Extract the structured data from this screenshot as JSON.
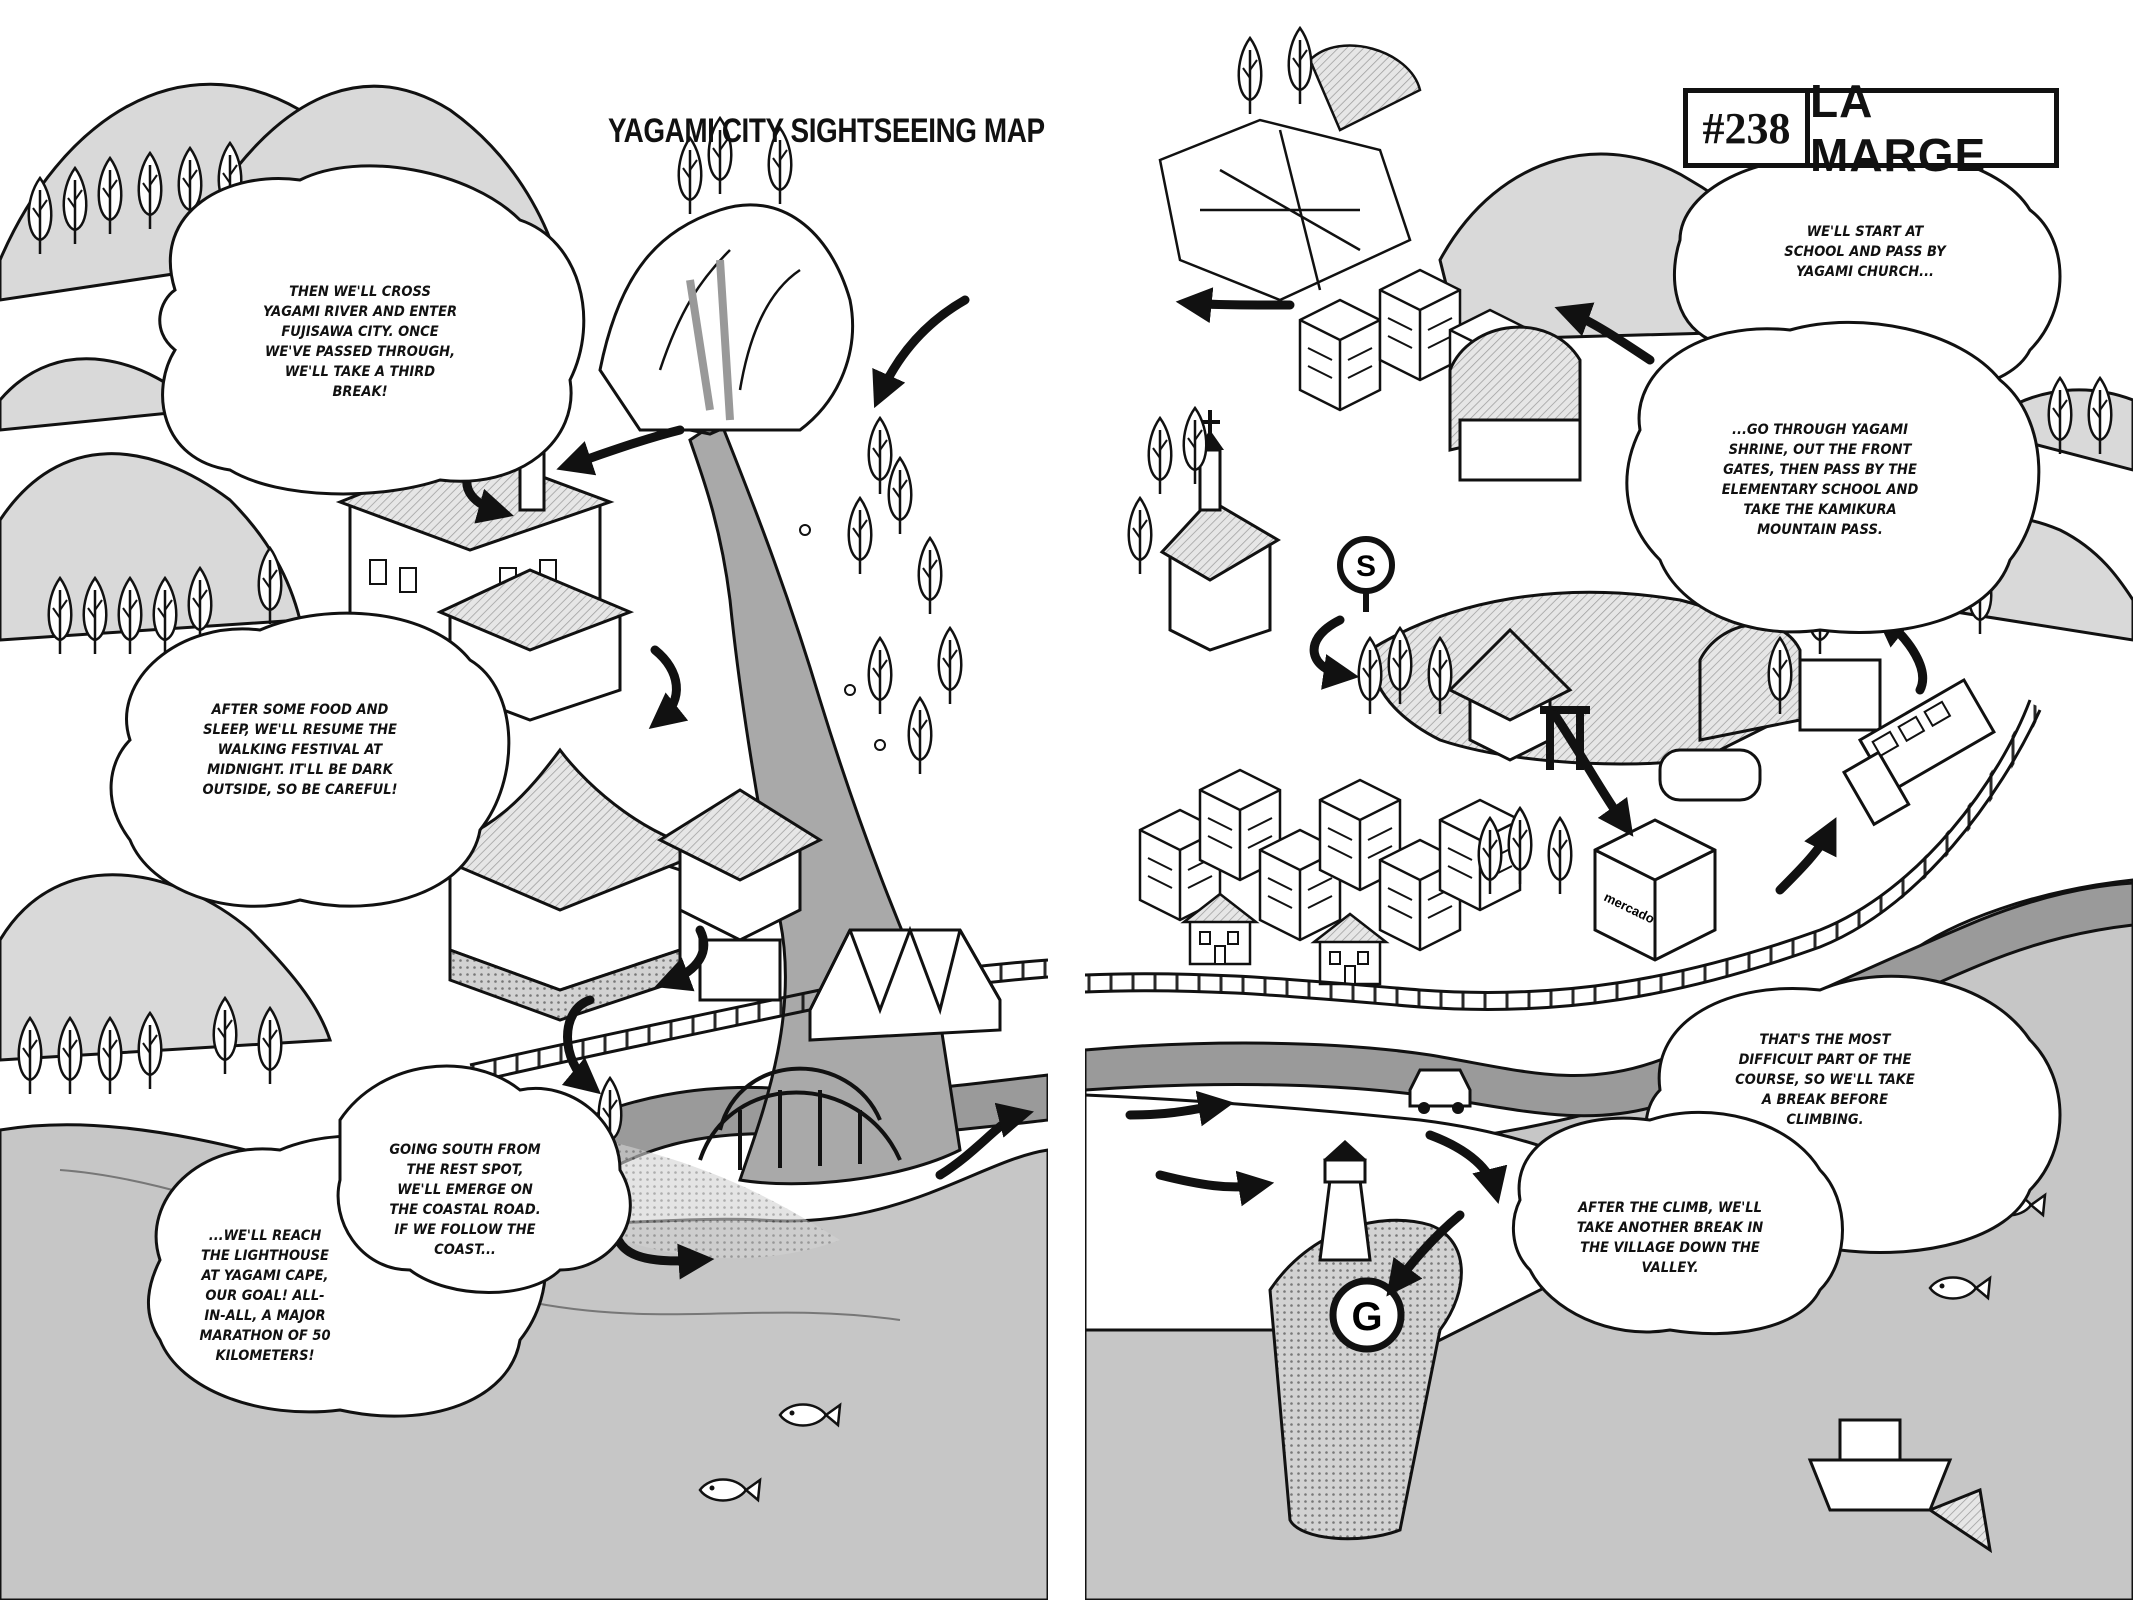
{
  "map_title": "YAGAMI CITY SIGHTSEEING MAP",
  "chapter": {
    "number": "#238",
    "title": "LA MARGE"
  },
  "start_marker": "S",
  "goal_marker": "G",
  "shop_sign": "mercado",
  "bubbles": {
    "third_break": "THEN WE'LL CROSS YAGAMI RIVER AND ENTER FUJISAWA CITY. ONCE WE'VE PASSED THROUGH, WE'LL TAKE A THIRD BREAK!",
    "midnight": "AFTER SOME FOOD AND SLEEP, WE'LL RESUME THE WALKING FESTIVAL AT MIDNIGHT. IT'LL BE DARK OUTSIDE, SO BE CAREFUL!",
    "lighthouse": "...WE'LL REACH THE LIGHTHOUSE AT YAGAMI CAPE, OUR GOAL! ALL-IN-ALL, A MAJOR MARATHON OF 50 KILOMETERS!",
    "coastal_road": "GOING SOUTH FROM THE REST SPOT, WE'LL EMERGE ON THE COASTAL ROAD. IF WE FOLLOW THE COAST...",
    "start": "WE'LL START AT SCHOOL AND PASS BY YAGAMI CHURCH...",
    "shrine": "...GO THROUGH YAGAMI SHRINE, OUT THE FRONT GATES, THEN PASS BY THE ELEMENTARY SCHOOL AND TAKE THE KAMIKURA MOUNTAIN PASS.",
    "difficult": "THAT'S THE MOST DIFFICULT PART OF THE COURSE, SO WE'LL TAKE A BREAK BEFORE CLIMBING.",
    "after_climb": "AFTER THE CLIMB, WE'LL TAKE ANOTHER BREAK IN THE VILLAGE DOWN THE VALLEY."
  },
  "colors": {
    "ink": "#111111",
    "sea": "#c9c9c9",
    "road": "#9a9a9a",
    "paper": "#ffffff",
    "hill": "#d6d6d6"
  }
}
